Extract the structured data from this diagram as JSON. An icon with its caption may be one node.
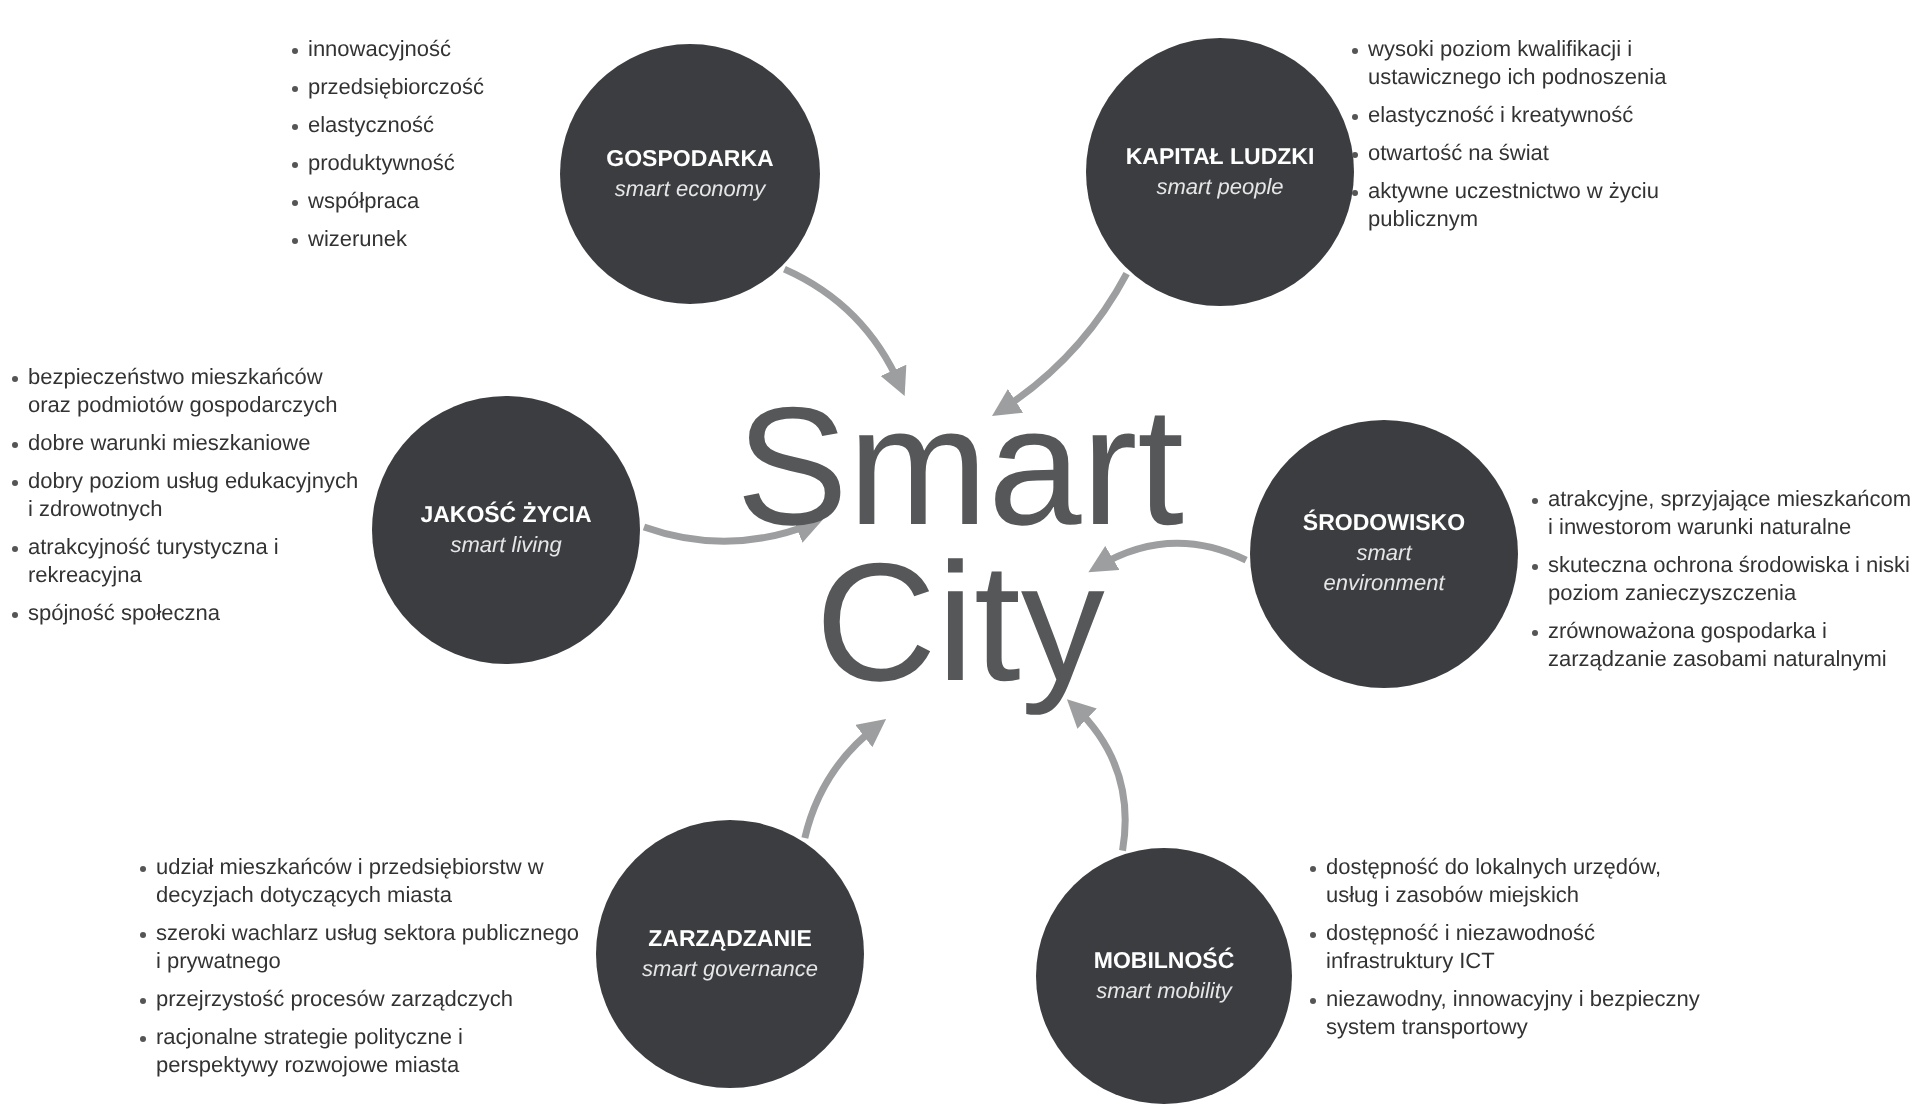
{
  "diagram": {
    "nodes": [
      {
        "text": [
          "GOSPODARKA",
          "smart economy"
        ],
        "beside": [
          "innowacyjność",
          "przedsiębiorczość",
          "elastyczność",
          "produktywność",
          "współpraca",
          "wizerunek"
        ]
      },
      {
        "text": [
          "KAPITAŁ LUDZKI",
          "smart people"
        ],
        "beside": [
          "wysoki poziom kwalifikacji i ustawicznego ich podnoszenia",
          "elastyczność i kreatywność",
          "otwartość na świat",
          "aktywne uczestnictwo w życiu publicznym"
        ]
      },
      {
        "text": [
          "JAKOŚĆ ŻYCIA",
          "smart living"
        ],
        "beside": [
          "bezpieczeństwo mieszkańców oraz podmiotów gospodarczych",
          "dobre warunki mieszkaniowe",
          "dobry poziom usług edukacyjnych i zdrowotnych",
          "atrakcyjność turystyczna i rekreacyjna",
          "spójność społeczna"
        ]
      },
      {
        "text": [
          "Smart City"
        ]
      },
      {
        "text": [
          "ŚRODOWISKO",
          "smart environment"
        ],
        "beside": [
          "atrakcyjne, sprzyjające mieszkańcom i inwestorom warunki naturalne",
          "skuteczna ochrona środowiska i niski poziom zanieczyszczenia",
          "zrównoważona gospodarka i zarządzanie zasobami naturalnymi"
        ]
      },
      {
        "text": [
          "ZARZĄDZANIE",
          "smart governance"
        ],
        "beside": [
          "udział mieszkańców i przedsiębiorstw w decyzjach dotyczących miasta",
          "szeroki wachlarz usług sektora publicznego i prywatnego",
          "przejrzystość procesów zarządczych",
          "racjonalne strategie polityczne i perspektywy rozwojowe miasta"
        ]
      },
      {
        "text": [
          "MOBILNOŚĆ",
          "smart mobility"
        ],
        "beside": [
          "dostępność do lokalnych urzędów, usług i zasobów miejskich",
          "dostępność i niezawodność infrastruktury ICT",
          "niezawodny, innowacyjny i bezpieczny system transportowy"
        ]
      }
    ],
    "edges": [
      {
        "from": 0,
        "to": 3,
        "arrow": "to"
      },
      {
        "from": 1,
        "to": 3,
        "arrow": "to"
      },
      {
        "from": 2,
        "to": 3,
        "arrow": "to"
      },
      {
        "from": 4,
        "to": 3,
        "arrow": "to"
      },
      {
        "from": 5,
        "to": 3,
        "arrow": "to"
      },
      {
        "from": 6,
        "to": 3,
        "arrow": "to"
      }
    ]
  }
}
